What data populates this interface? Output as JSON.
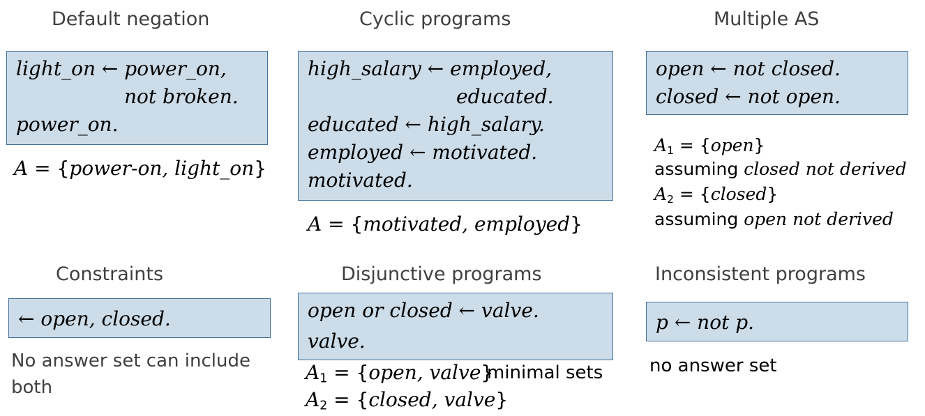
{
  "panels": {
    "default_negation": {
      "title": "Default negation",
      "rule1_head": "light_on ← power_on,",
      "rule1_cont": "not broken.",
      "rule2": "power_on.",
      "answer_lhs": "A",
      "answer_eq": " = {",
      "answer_set": "power-on, light_on",
      "answer_close": "}"
    },
    "cyclic": {
      "title": "Cyclic programs",
      "rule1_head": "high_salary ← employed,",
      "rule1_cont": "educated.",
      "rule2": "educated ← high_salary.",
      "rule3": "employed ← motivated.",
      "rule4": "motivated.",
      "answer_lhs": "A",
      "answer_eq": " = {",
      "answer_set": "motivated, employed",
      "answer_close": "}"
    },
    "multiple_as": {
      "title": "Multiple AS",
      "rule1": "open ← not closed.",
      "rule2": "closed ← not open.",
      "a1_lhs": "A",
      "a1_sub": "1",
      "a1_eq": " = {",
      "a1_set": "open",
      "a1_close": "}",
      "a1_assume": "assuming ",
      "a1_assume_it": "closed not derived",
      "a2_lhs": "A",
      "a2_sub": "2",
      "a2_eq": " = {",
      "a2_set": "closed",
      "a2_close": "}",
      "a2_assume": "assuming ",
      "a2_assume_it": "open not derived"
    },
    "constraints": {
      "title": "Constraints",
      "rule1": "← open, closed.",
      "note_line1": "No answer set can include",
      "note_line2": "both"
    },
    "disjunctive": {
      "title": "Disjunctive programs",
      "rule1": "open or closed ← valve.",
      "rule2": "valve.",
      "a1_lhs": "A",
      "a1_sub": "1",
      "a1_eq": " = {",
      "a1_set": "open, valve",
      "a1_close": "}",
      "a1_note": "minimal sets",
      "a2_lhs": "A",
      "a2_sub": "2",
      "a2_eq": " = {",
      "a2_set": "closed, valve",
      "a2_close": "}"
    },
    "inconsistent": {
      "title": "Inconsistent programs",
      "rule1": "p ← not p.",
      "note": "no answer set"
    }
  },
  "colors": {
    "box_fill": "#ccdce8",
    "box_border": "#41719c",
    "title_text": "#404040"
  }
}
